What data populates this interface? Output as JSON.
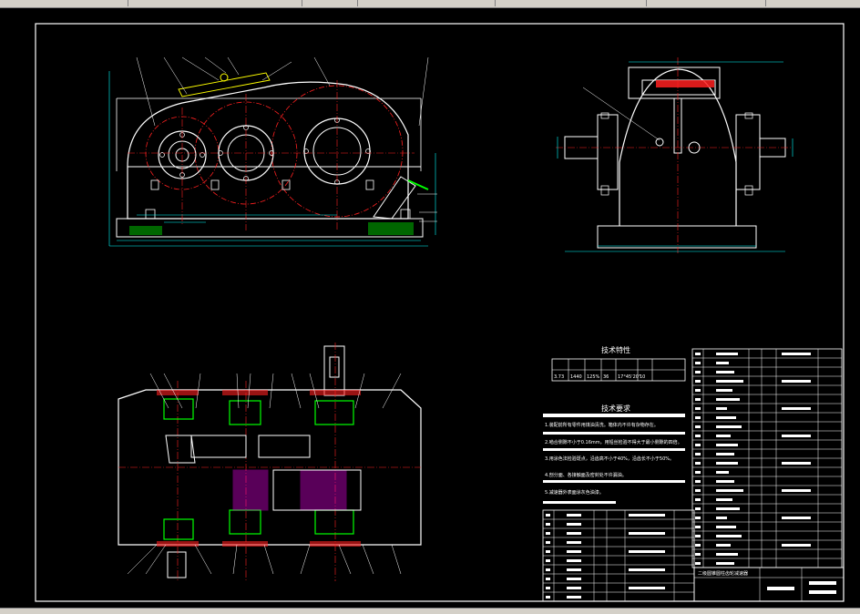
{
  "drawing": {
    "tech_char_title": "技术特性",
    "tech_req_title": "技术要求",
    "tech_char_rows": [
      [
        "3.73",
        "1440",
        "125%",
        "36",
        "17°45'20\"",
        "10"
      ]
    ],
    "requirements": [
      "1.装配前所有零件用煤油清洗。箱体内不许有杂物存在。",
      "2.啮合侧隙不小于0.16mm，用铅丝检验不得大于最小侧隙的四倍。",
      "3.用涂色法检验斑点，沿齿高不小于40%，沿齿长不小于50%。",
      "4.剖分面、各接触面及密封处不许漏油。",
      "5.减速器外表面涂灰色油漆。"
    ],
    "title_block_name": "二级圆锥圆柱齿轮减速器"
  },
  "colors": {
    "background": "#000000",
    "outline": "#ffffff",
    "centerline": "#ff2020",
    "dimension": "#00ffff",
    "hatch": "#00cc00",
    "text": "#ffffff",
    "highlight": "#ffff00",
    "magenta": "#ff00ff"
  }
}
